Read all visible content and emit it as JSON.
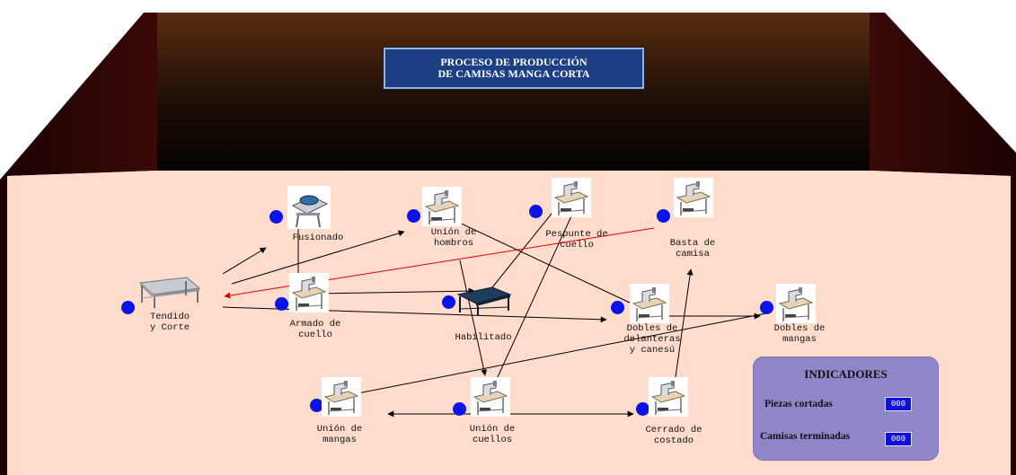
{
  "title": {
    "line1": "PROCESO DE PRODUCCIÓN",
    "line2": "DE CAMISAS MANGA CORTA"
  },
  "stations": {
    "tendido": "Tendido\ny Corte",
    "fusionado": "Fusionado",
    "union_hombros": "Unión de\nhombros",
    "pespunte": "Pespunte de\ncuello",
    "basta": "Basta de\ncamisa",
    "armado": "Armado de\ncuello",
    "habilitado": "Habilitado",
    "dobles_delanteras": "Dobles de\ndelanteras\ny canesú",
    "dobles_mangas": "Dobles de\nmangas",
    "union_mangas": "Unión de\nmangas",
    "union_cuellos": "Unión de\ncuellos",
    "cerrado": "Cerrado de\ncostado"
  },
  "indicators": {
    "title": "INDICADORES",
    "pieces_cut_label": "Piezas cortadas",
    "pieces_cut_value": "000",
    "shirts_done_label": "Camisas terminadas",
    "shirts_done_value": "000"
  },
  "colors": {
    "back_wall_top": "#603010",
    "floor": "#ffdccc",
    "dot": "#0a14e6",
    "return_arrow": "#e00000",
    "panel": "#8e86c8"
  },
  "icons": [
    "cutting-table-icon",
    "fusing-press-icon",
    "sewing-machine-icon",
    "finishing-table-icon"
  ]
}
